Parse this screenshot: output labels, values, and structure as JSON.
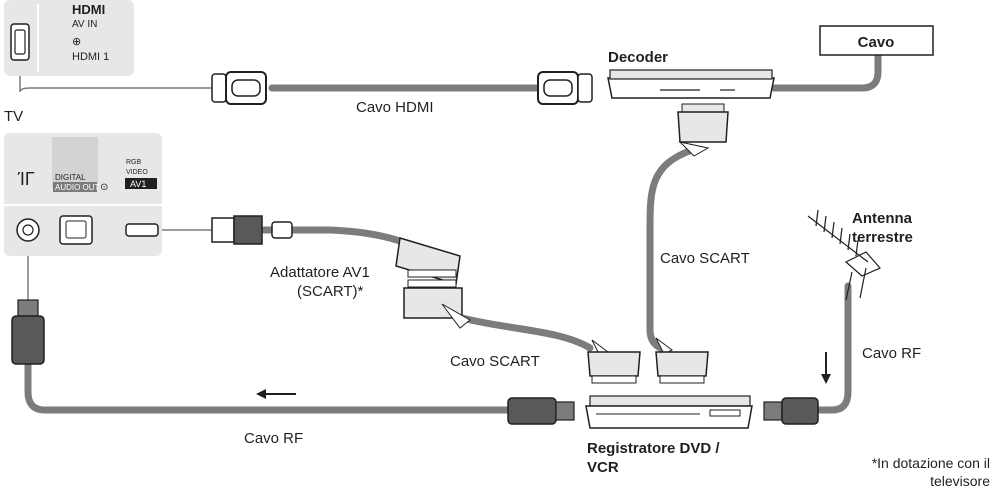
{
  "tv_panel_top": {
    "hdmi_logo": "HDMI",
    "av_in": "AV IN",
    "hdmi1": "HDMI 1"
  },
  "tv_label": "TV",
  "tv_panel_bottom": {
    "digital": "DIGITAL",
    "audio_out": "AUDIO OUT",
    "rgb": "RGB",
    "video": "VIDEO",
    "av1": "AV1"
  },
  "labels": {
    "cavo_hdmi": "Cavo HDMI",
    "decoder": "Decoder",
    "cavo_box": "Cavo",
    "cavo_scart_right": "Cavo SCART",
    "adattatore_line1": "Adattatore AV1",
    "adattatore_line2": "(SCART)*",
    "cavo_scart_bottom": "Cavo SCART",
    "antenna_line1": "Antenna",
    "antenna_line2": "terrestre",
    "cavo_rf_right": "Cavo RF",
    "cavo_rf_bottom": "Cavo RF",
    "recorder_line1": "Registratore DVD /",
    "recorder_line2": "VCR",
    "footnote_line1": "*In dotazione con il",
    "footnote_line2": "televisore"
  },
  "colors": {
    "panel": "#e6e7e8",
    "cable": "#7b7c7e",
    "connector": "#58595b",
    "text": "#231f20"
  }
}
